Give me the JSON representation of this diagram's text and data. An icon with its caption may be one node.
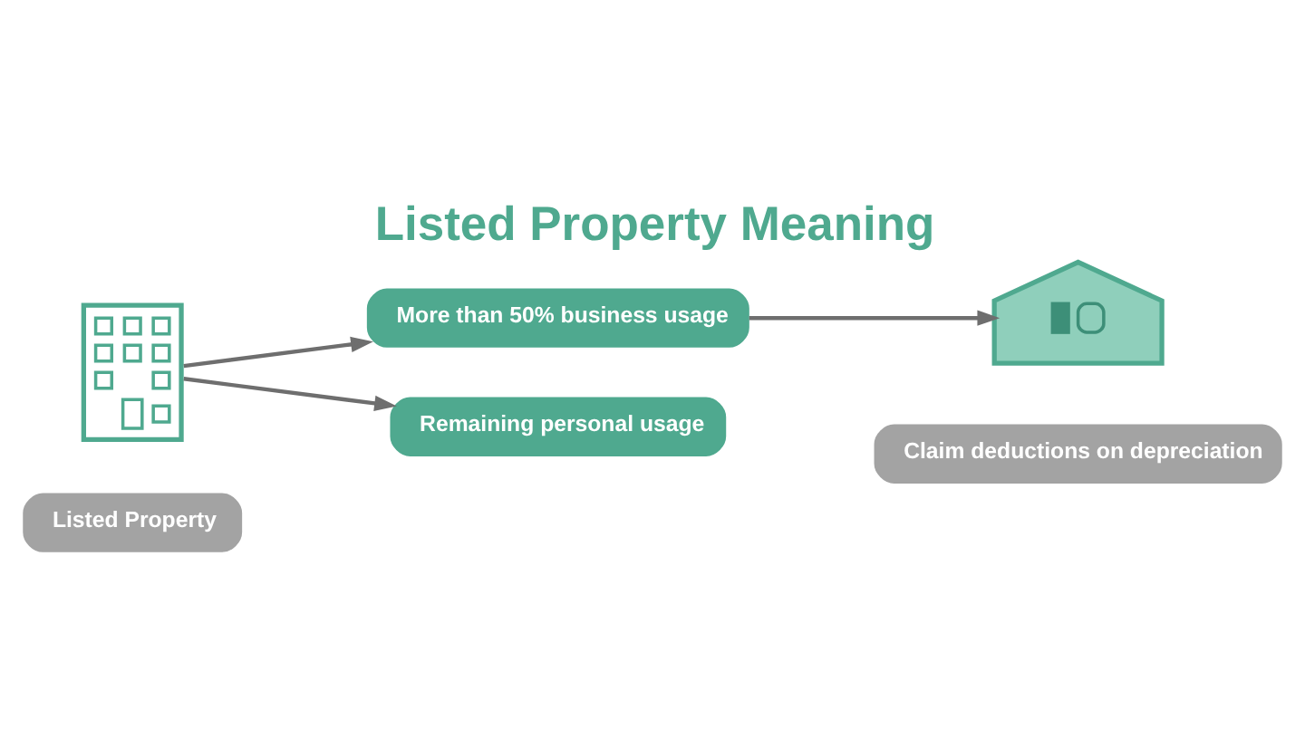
{
  "diagram": {
    "title": "Listed Property Meaning",
    "nodes": [
      {
        "text": [],
        "shape": "picture"
      },
      {
        "text": [
          "Listed Property"
        ]
      },
      {
        "text": [
          "More than 50% business usage"
        ]
      },
      {
        "text": [
          "Remaining personal usage"
        ]
      },
      {
        "text": [],
        "shape": "picture"
      },
      {
        "text": [
          "Claim deductions on depreciation"
        ]
      }
    ],
    "edges": [
      {
        "from": 0,
        "to": 2,
        "arrow": "to"
      },
      {
        "from": 0,
        "to": 3,
        "arrow": "to"
      },
      {
        "from": 2,
        "to": 4,
        "arrow": "to"
      }
    ]
  }
}
